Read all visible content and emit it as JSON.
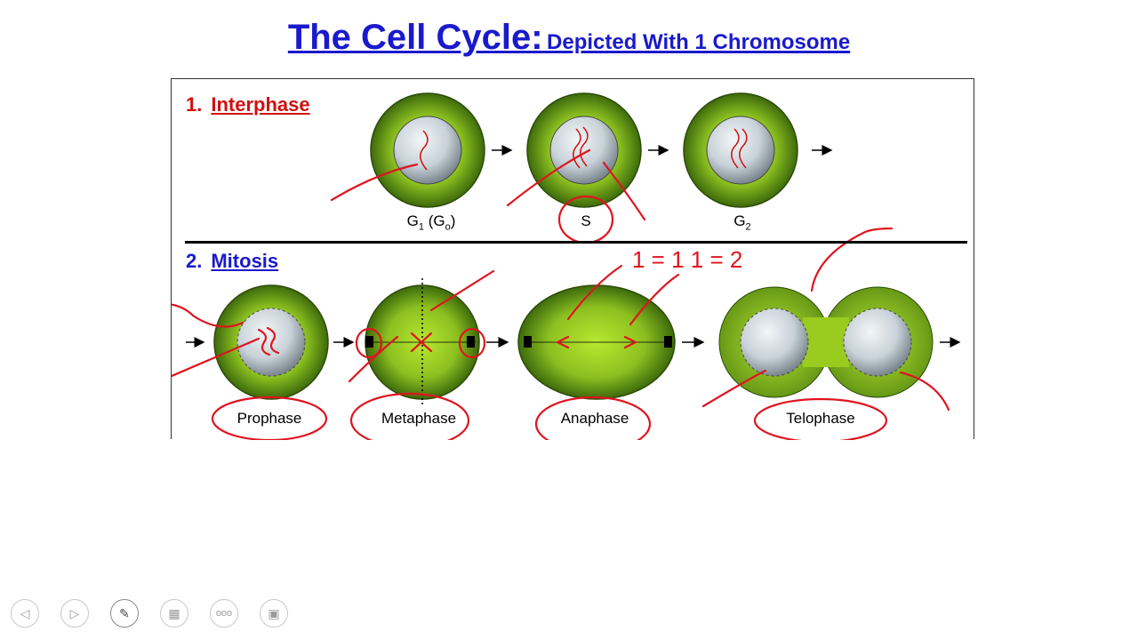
{
  "title": {
    "main": "The Cell Cycle:",
    "subtitle": "Depicted With 1 Chromosome"
  },
  "sections": [
    {
      "number": "1.",
      "name": "Interphase",
      "color": "#d01010"
    },
    {
      "number": "2.",
      "name": "Mitosis",
      "color": "#1a1acc"
    }
  ],
  "interphase_labels": {
    "g1": "G",
    "g1_sub": "1",
    "g0_open": " (G",
    "g0_sub": "o",
    "g0_close": ")",
    "s": "S",
    "g2": "G",
    "g2_sub": "2"
  },
  "mitosis_labels": [
    "Prophase",
    "Metaphase",
    "Anaphase",
    "Telophase"
  ],
  "handwritten_annotation": "1 = 1  1 = 2",
  "toolbar": {
    "buttons": [
      {
        "name": "previous-slide-button",
        "icon": "arrow-left-icon"
      },
      {
        "name": "next-slide-button",
        "icon": "arrow-right-icon"
      },
      {
        "name": "pen-tool-button",
        "icon": "pen-icon"
      },
      {
        "name": "slide-sorter-button",
        "icon": "slides-icon"
      },
      {
        "name": "more-options-button",
        "icon": "ellipsis-icon",
        "label": "ooo"
      },
      {
        "name": "end-show-button",
        "icon": "screen-icon"
      }
    ]
  },
  "colors": {
    "title": "#1a1acc",
    "interphase": "#d01010",
    "mitosis": "#1a1acc",
    "cell_outer": "#4a7a10",
    "cell_inner": "#9acc20",
    "ink": "#e0141e"
  }
}
